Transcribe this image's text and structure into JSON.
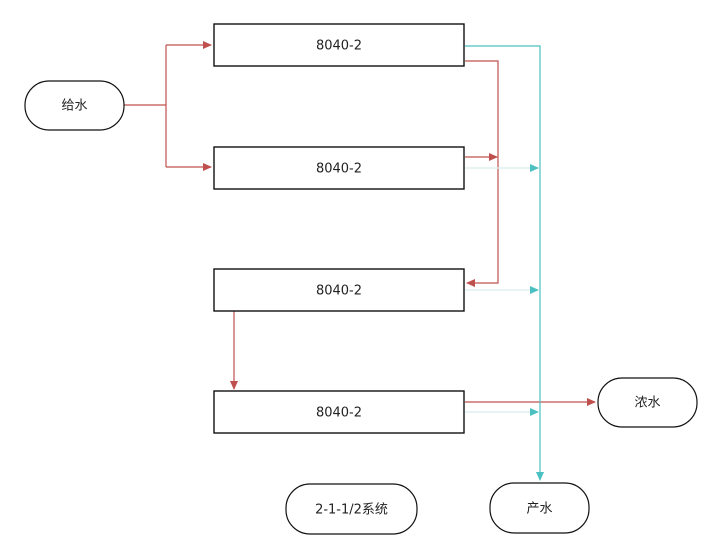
{
  "nodes": {
    "feed": "给水",
    "unit1": "8040-2",
    "unit2": "8040-2",
    "unit3": "8040-2",
    "unit4": "8040-2",
    "concentrate": "浓水",
    "system_label": "2-1-1/2系统",
    "product": "产水"
  },
  "colors": {
    "feed_line": "#c0504d",
    "product_line": "#4bc0c0",
    "box_border": "#111111"
  }
}
